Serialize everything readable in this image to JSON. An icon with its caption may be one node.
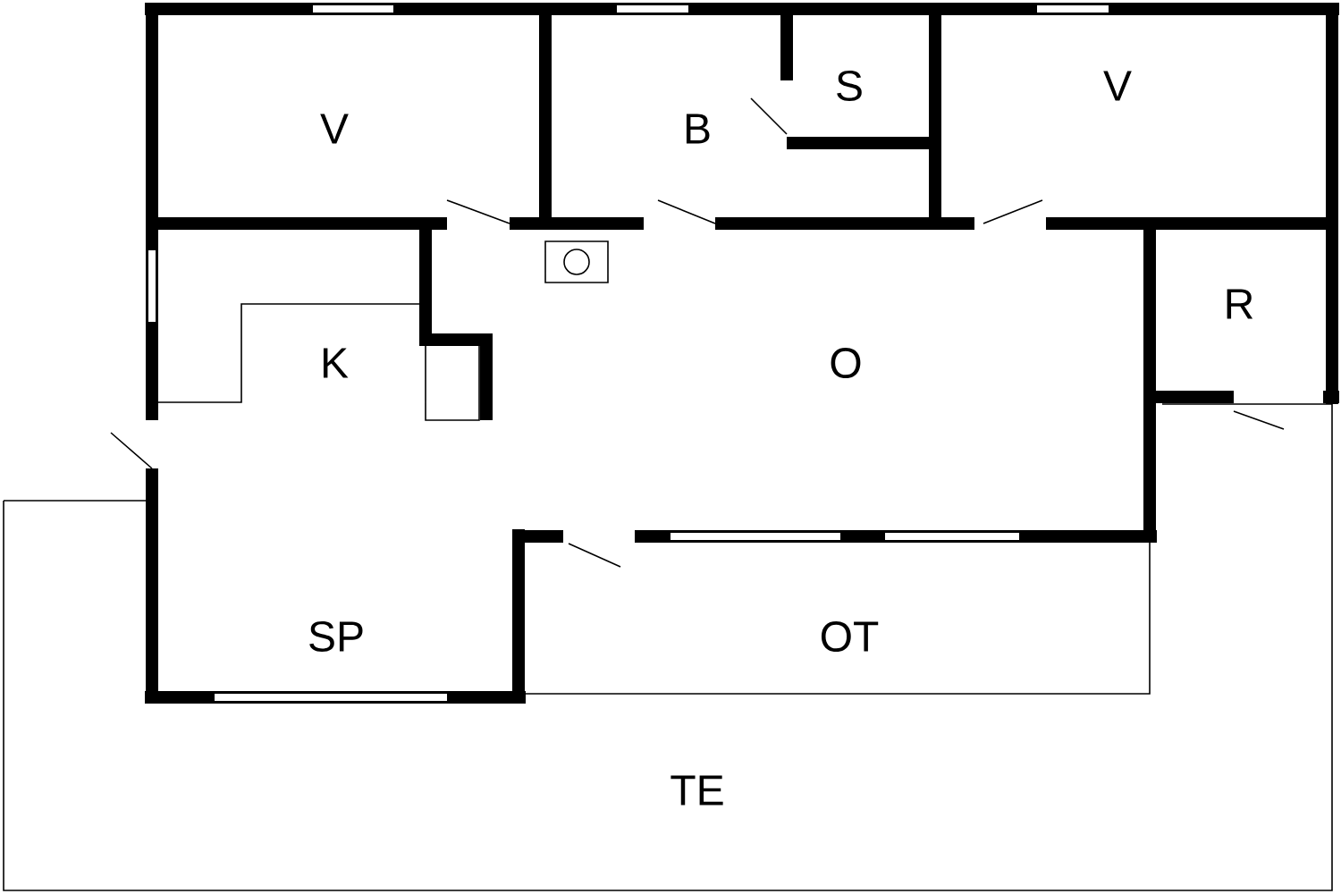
{
  "diagram": {
    "nodes": [
      {
        "text": [
          "V"
        ]
      },
      {
        "text": [
          "B"
        ]
      },
      {
        "text": [
          "S"
        ]
      },
      {
        "text": [
          "V"
        ]
      },
      {
        "text": [
          "K"
        ]
      },
      {
        "text": [
          "O"
        ]
      },
      {
        "text": [
          "R"
        ]
      },
      {
        "text": [
          "SP"
        ]
      },
      {
        "text": [
          "OT"
        ]
      },
      {
        "text": [
          "TE"
        ]
      }
    ]
  }
}
